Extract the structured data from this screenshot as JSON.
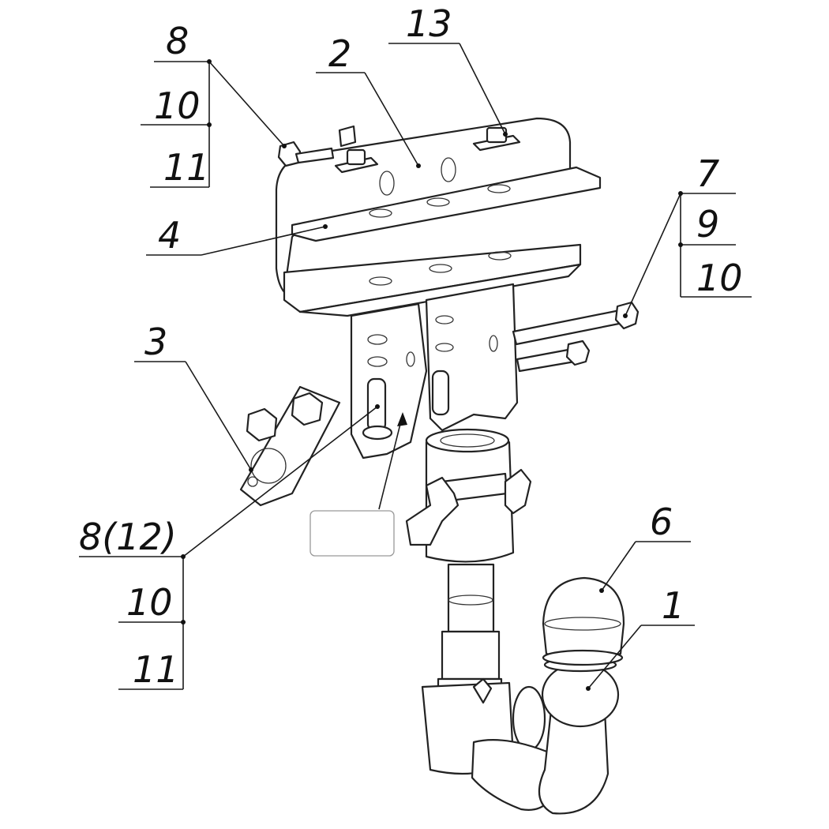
{
  "callouts": {
    "c8_top": "8",
    "c10_top": "10",
    "c11_top": "11",
    "c2": "2",
    "c13": "13",
    "c4": "4",
    "c7": "7",
    "c9": "9",
    "c10_right": "10",
    "c3": "3",
    "c8_12": "8(12)",
    "c10_bottom": "10",
    "c11_bottom": "11",
    "c6": "6",
    "c1": "1"
  }
}
